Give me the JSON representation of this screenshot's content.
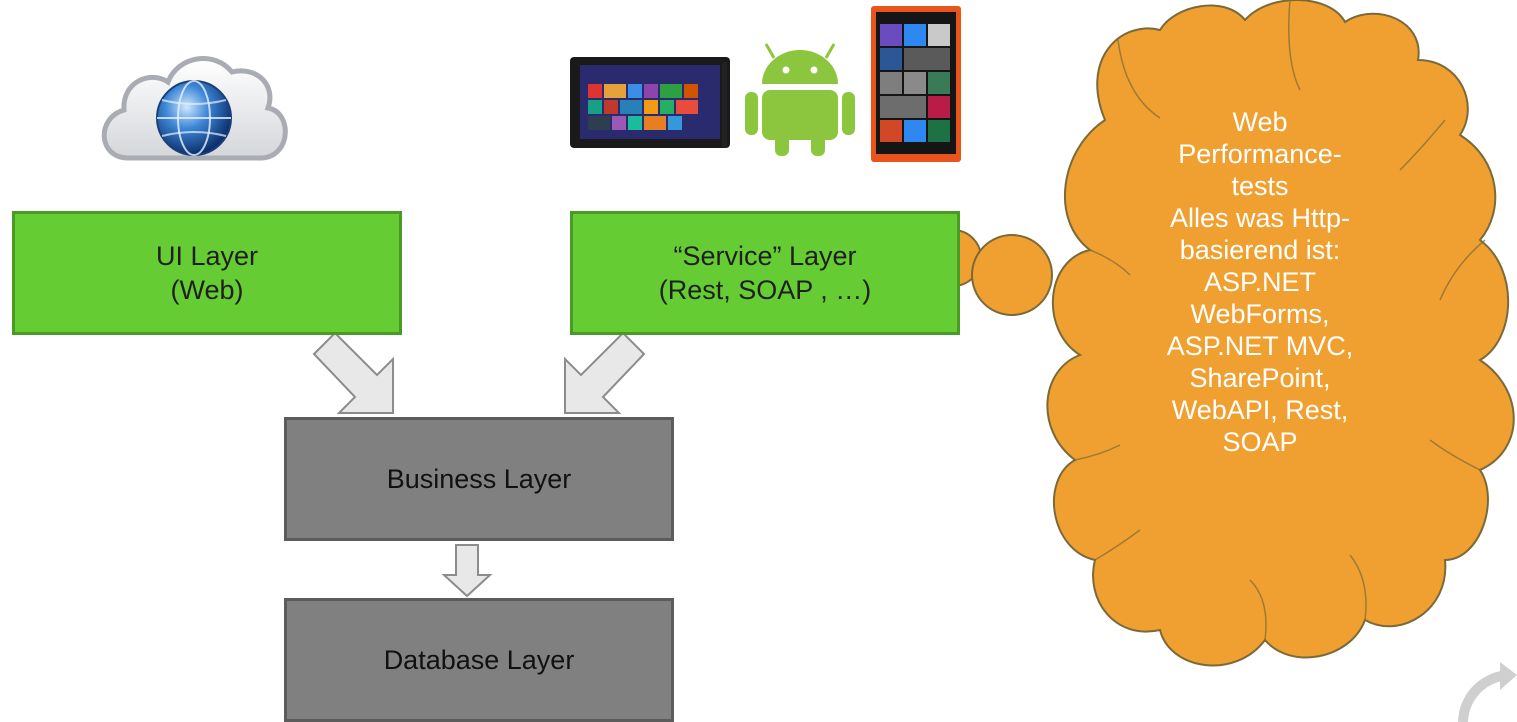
{
  "layers": {
    "ui": {
      "line1": "UI Layer",
      "line2": "(Web)"
    },
    "service": {
      "line1": "“Service” Layer",
      "line2": "(Rest, SOAP , …)"
    },
    "business": {
      "line1": "Business Layer"
    },
    "database": {
      "line1": "Database Layer"
    }
  },
  "callout": {
    "lines": [
      "Web",
      "Performance-",
      "tests",
      "Alles was Http-",
      "basierend ist:",
      "ASP.NET",
      "WebForms,",
      "ASP.NET MVC,",
      "SharePoint,",
      "WebAPI, Rest,",
      "SOAP"
    ]
  },
  "icons": {
    "web": "web-cloud-globe-icon",
    "tablet": "windows-tablet-icon",
    "android": "android-robot-icon",
    "phone": "windows-phone-icon",
    "refresh": "refresh-arrows-icon"
  },
  "colors": {
    "green_layer": "#66cc33",
    "grey_layer": "#808080",
    "callout_fill": "#f0a030",
    "arrow_fill": "#e8e8e8"
  }
}
